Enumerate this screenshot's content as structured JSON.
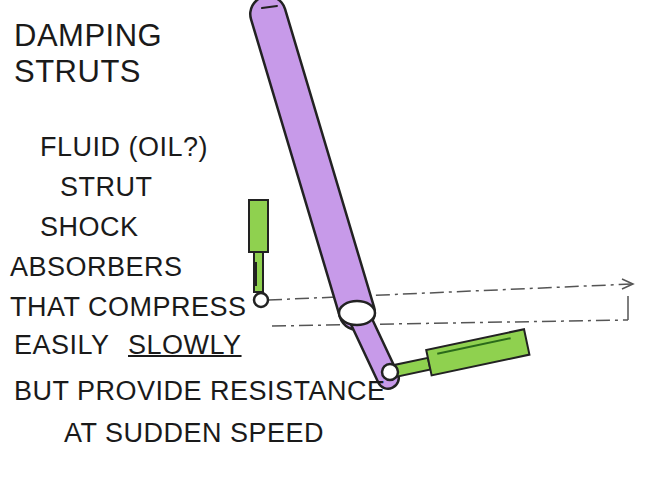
{
  "diagram": {
    "title": "DAMPING STRUTS",
    "labels": [
      "FLUID (OIL?)",
      "STRUT",
      "SHOCK",
      "ABSORBERS",
      "THAT COMPRESS",
      "EASILY",
      "SLOWLY",
      "BUT PROVIDE RESISTANCE",
      "AT SUDDEN SPEED"
    ]
  }
}
